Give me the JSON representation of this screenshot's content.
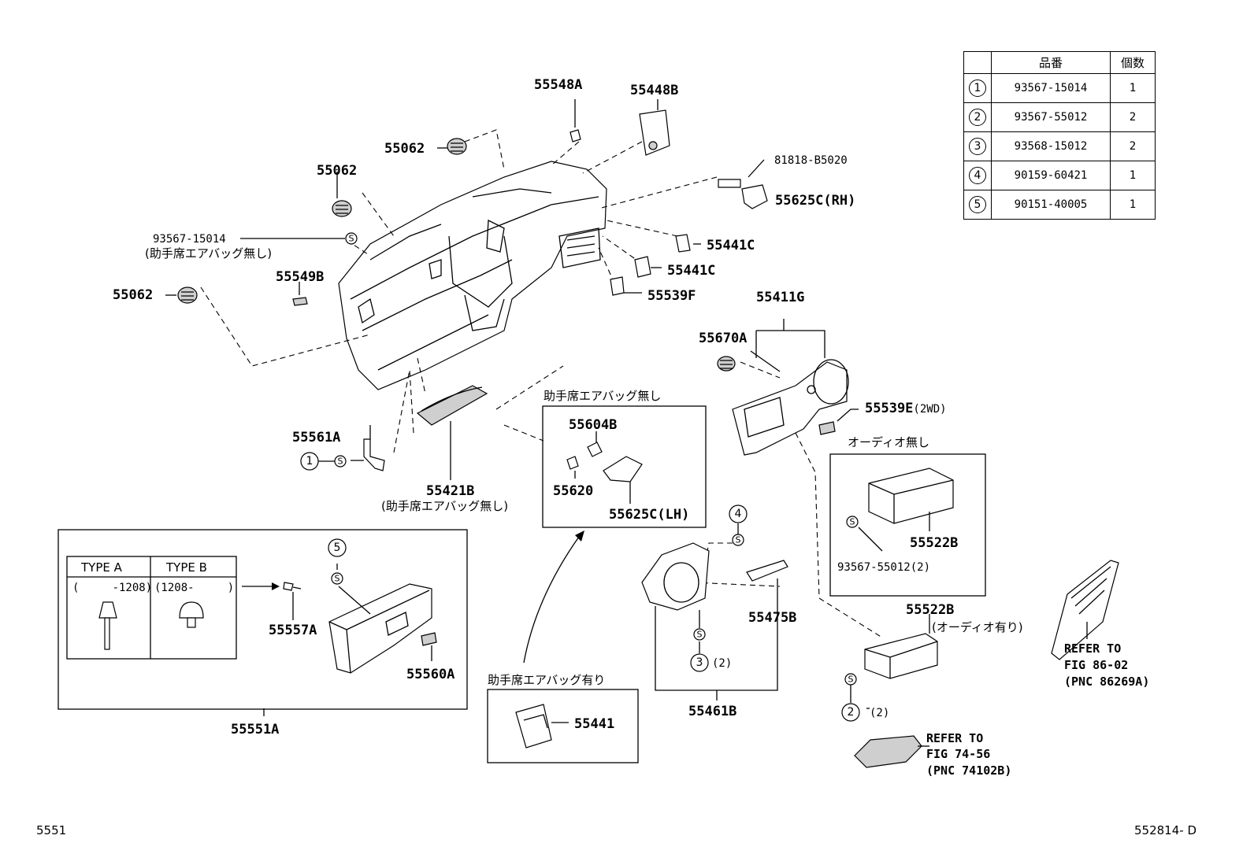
{
  "footer": {
    "left": "5551",
    "right": "552814- D"
  },
  "table": {
    "headers": [
      "",
      "品番",
      "個数"
    ],
    "rows": [
      {
        "num": "1",
        "part": "93567-15014",
        "qty": "1"
      },
      {
        "num": "2",
        "part": "93567-55012",
        "qty": "2"
      },
      {
        "num": "3",
        "part": "93568-15012",
        "qty": "2"
      },
      {
        "num": "4",
        "part": "90159-60421",
        "qty": "1"
      },
      {
        "num": "5",
        "part": "90151-40005",
        "qty": "1"
      }
    ]
  },
  "labels": {
    "p55548A": "55548A",
    "p55448B": "55448B",
    "p55062_a": "55062",
    "p55062_b": "55062",
    "p55062_c": "55062",
    "p81818": "81818-B5020",
    "p55625C_RH": "55625C(RH)",
    "p93567_15014": "93567-15014",
    "jp_noairbag_1": "(助手席エアバッグ無し)",
    "p55441C_a": "55441C",
    "p55441C_b": "55441C",
    "p55549B": "55549B",
    "p55539F": "55539F",
    "p55411G": "55411G",
    "p55670A": "55670A",
    "jp_noairbag_box": "助手席エアバッグ無し",
    "p55604B": "55604B",
    "p55620": "55620",
    "p55625C_LH": "55625C(LH)",
    "p55539E": "55539E",
    "p55539E_note": "(2WD)",
    "jp_noaudio": "オーディオ無し",
    "p55522B_a": "55522B",
    "p93567_55012": "93567-55012(2)",
    "p55561A": "55561A",
    "p55421B": "55421B",
    "jp_noairbag_2": "(助手席エアバッグ無し)",
    "typeA": "TYPE A",
    "typeB": "TYPE B",
    "typeA_range": "(     -1208)",
    "typeB_range": "(1208-     )",
    "p55557A": "55557A",
    "p55560A": "55560A",
    "p55551A": "55551A",
    "jp_airbag_box": "助手席エアバッグ有り",
    "p55441": "55441",
    "p55475B": "55475B",
    "qty2_a": "(2)",
    "p55461B": "55461B",
    "p55522B_b": "55522B",
    "jp_audio": "(オーディオ有り)",
    "qty2_b": "(2)",
    "ref1_l1": "REFER TO",
    "ref1_l2": "FIG 86-02",
    "ref1_l3": "(PNC 86269A)",
    "ref2_l1": "REFER TO",
    "ref2_l2": "FIG 74-56",
    "ref2_l3": "(PNC 74102B)",
    "sym_s": "S"
  },
  "callouts": {
    "c1": "1",
    "c2": "2",
    "c3": "3",
    "c4": "4",
    "c5": "5"
  }
}
